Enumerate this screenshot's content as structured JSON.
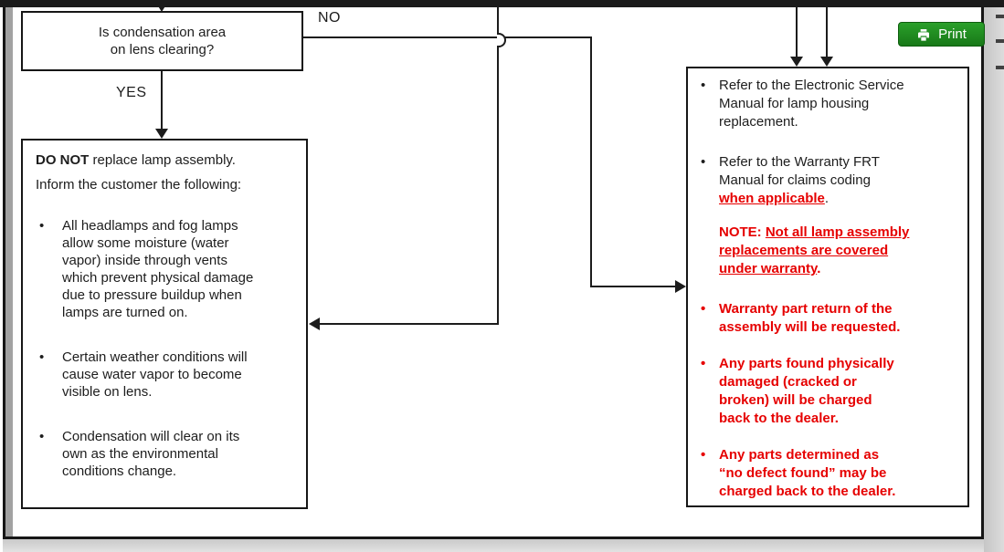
{
  "chars": {
    "bullet": "•"
  },
  "print_button": {
    "label": "Print"
  },
  "flowchart": {
    "question_box": {
      "lines": [
        "Is condensation area",
        "on lens clearing?"
      ]
    },
    "labels": {
      "no": "NO",
      "yes": "YES"
    },
    "left_box": {
      "heading_bold": "DO NOT",
      "heading_rest": " replace lamp assembly.",
      "intro": "Inform the customer the following:",
      "bullets": [
        [
          "All headlamps and fog lamps",
          "allow some moisture (water",
          "vapor) inside through vents",
          "which prevent physical damage",
          "due to pressure buildup when",
          "lamps are turned on."
        ],
        [
          "Certain weather conditions will",
          "cause water vapor to become",
          "visible on lens."
        ],
        [
          "Condensation will clear on its",
          "own as the environmental",
          "conditions change."
        ]
      ]
    },
    "right_box": {
      "bullet1": [
        "Refer to the Electronic Service",
        "Manual for lamp housing",
        "replacement."
      ],
      "bullet2_lines": [
        "Refer to the Warranty FRT",
        "Manual for claims coding"
      ],
      "bullet2_underlined": "when applicable",
      "bullet2_period": ".",
      "note_label": "NOTE: ",
      "note_u1": "Not all lamp assembly",
      "note_u2": "replacements are covered ",
      "note_u3": "under warranty",
      "note_period": ".",
      "red_bullets": [
        [
          "Warranty part return of the",
          "assembly will be requested."
        ],
        [
          "Any parts found physically",
          "damaged (cracked or",
          "broken) will be charged",
          "back to the dealer."
        ],
        [
          "Any parts determined as",
          "“no defect found” may be",
          "charged back to the dealer."
        ]
      ]
    },
    "colors": {
      "red": "#e60000",
      "line": "#1c1c1c",
      "print_green": "#1e8a1e"
    }
  }
}
